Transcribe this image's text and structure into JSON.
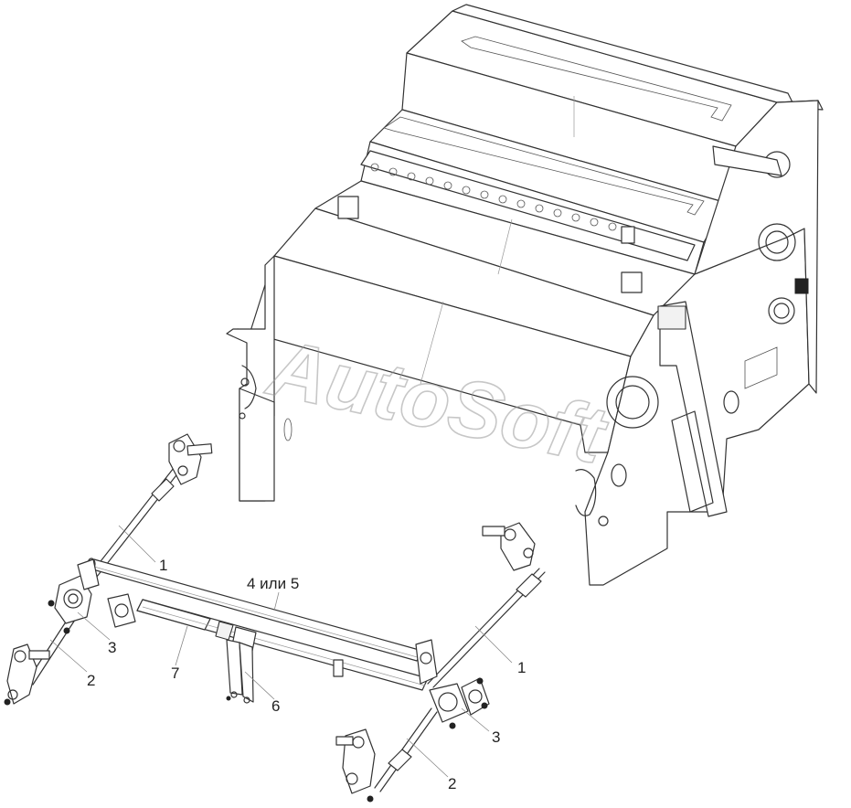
{
  "watermark": "AutoSoft",
  "callouts": {
    "shaft_top": "1",
    "shaft_right": "1",
    "support_left": "2",
    "support_right": "2",
    "clamp_left": "3",
    "clamp_right": "3",
    "tube_upper": "4 или 5",
    "lever": "6",
    "tube_lower": "7"
  }
}
